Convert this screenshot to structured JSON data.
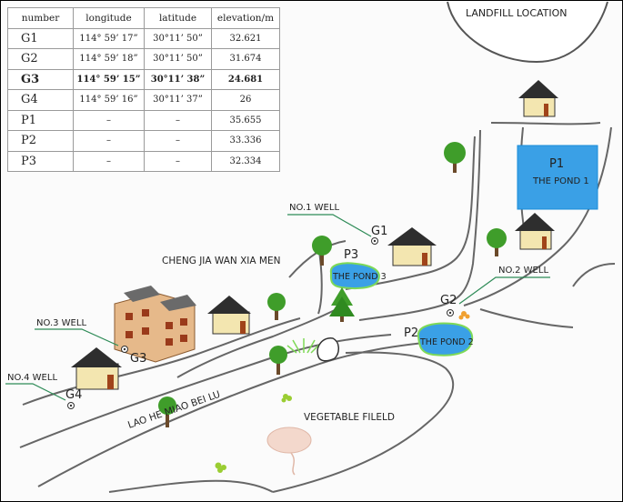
{
  "table": {
    "headers": [
      "number",
      "longitude",
      "latitude",
      "elevation/m"
    ],
    "rows": [
      {
        "number": "G1",
        "longitude": "114° 59’ 17”",
        "latitude": "30°11’ 50”",
        "elevation": "32.621"
      },
      {
        "number": "G2",
        "longitude": "114° 59’ 18”",
        "latitude": "30°11’ 50”",
        "elevation": "31.674"
      },
      {
        "number": "G3",
        "longitude": "114° 59’ 15”",
        "latitude": "30°11’ 38”",
        "elevation": "24.681"
      },
      {
        "number": "G4",
        "longitude": "114° 59’ 16”",
        "latitude": "30°11’ 37”",
        "elevation": "26"
      },
      {
        "number": "P1",
        "longitude": "–",
        "latitude": "–",
        "elevation": "35.655"
      },
      {
        "number": "P2",
        "longitude": "–",
        "latitude": "–",
        "elevation": "33.336"
      },
      {
        "number": "P3",
        "longitude": "–",
        "latitude": "–",
        "elevation": "32.334"
      }
    ]
  },
  "labels": {
    "landfill": "LANDFILL LOCATION",
    "village": "CHENG JIA WAN XIA MEN",
    "road": "LAO HE MIAO BEI LU",
    "field": "VEGETABLE FILELD",
    "p1": "P1",
    "pond1": "THE POND 1",
    "p2": "P2",
    "pond2": "THE POND 2",
    "p3": "P3",
    "pond3": "THE POND 3",
    "g1": "G1",
    "g2": "G2",
    "g3": "G3",
    "g4": "G4",
    "well1": "NO.1 WELL",
    "well2": "NO.2 WELL",
    "well3": "NO.3 WELL",
    "well4": "NO.4 WELL"
  },
  "colors": {
    "pond_fill": "#3aa0e6",
    "pond_stroke": "#1a8cd8",
    "callout_line": "#2e8b57",
    "tree_green": "#3f9d2a",
    "roof": "#2e2e2e",
    "wall": "#f3e6b0",
    "road_line": "#555555"
  },
  "icons": [
    "house-icon",
    "tree-icon",
    "pine-tree-icon",
    "well-icon",
    "apartment-building-icon",
    "rock-icon",
    "grass-icon",
    "shrub-icon",
    "bush-icon"
  ]
}
